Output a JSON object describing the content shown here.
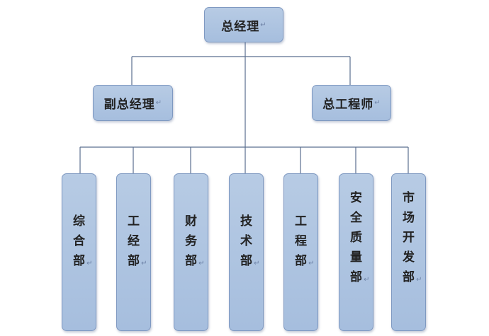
{
  "top": {
    "label": "总经理"
  },
  "second_level": [
    {
      "label": "副总经理"
    },
    {
      "label": "总工程师"
    }
  ],
  "departments": [
    {
      "label": "综合部"
    },
    {
      "label": "工经部"
    },
    {
      "label": "财务部"
    },
    {
      "label": "技术部"
    },
    {
      "label": "工程部"
    },
    {
      "label": "安全质量部"
    },
    {
      "label": "市场开发部"
    }
  ],
  "colors": {
    "box_fill": "#a9c0df",
    "box_border": "#7f99c1",
    "line": "#5b6f8f"
  },
  "paragraph_mark": "↵"
}
